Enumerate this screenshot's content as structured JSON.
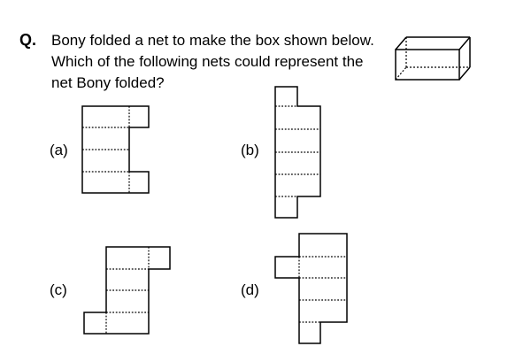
{
  "question": {
    "label": "Q.",
    "lines": [
      "Bony folded a net to make the box shown below.",
      "Which of the following nets could represent the",
      "net Bony folded?"
    ]
  },
  "options": [
    {
      "label": "(a)"
    },
    {
      "label": "(b)"
    },
    {
      "label": "(c)"
    },
    {
      "label": "(d)"
    }
  ]
}
